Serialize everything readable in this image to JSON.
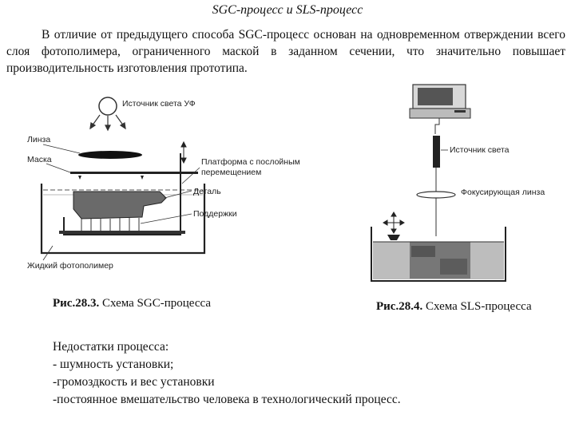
{
  "page": {
    "title": "SGC-процесс и SLS-процесс",
    "intro": "В отличие от предыдущего способа SGC-процесс основан на одновременном отверждении всего слоя фотополимера, ограниченного маской в заданном сечении, что значительно повышает производительность изготовления прототипа."
  },
  "figure_sgc": {
    "labels": {
      "uv_source": "Источник света УФ",
      "lens": "Линза",
      "mask": "Маска",
      "platform": "Платформа с послойным перемещением",
      "part": "Деталь",
      "supports": "Поддержки",
      "liquid": "Жидкий фотополимер"
    },
    "caption_num": "Рис.28.3.",
    "caption_text": "Схема SGC-процесса"
  },
  "figure_sls": {
    "labels": {
      "light_source": "Источник света",
      "focusing_lens": "Фокусирующая линза"
    },
    "caption_num": "Рис.28.4.",
    "caption_text": "Схема SLS-процесса"
  },
  "drawbacks": {
    "heading": "Недостатки процесса:",
    "items": [
      "- шумность установки;",
      "-громоздкость и вес установки",
      "-постоянное вмешательство человека в технологический процесс."
    ]
  }
}
